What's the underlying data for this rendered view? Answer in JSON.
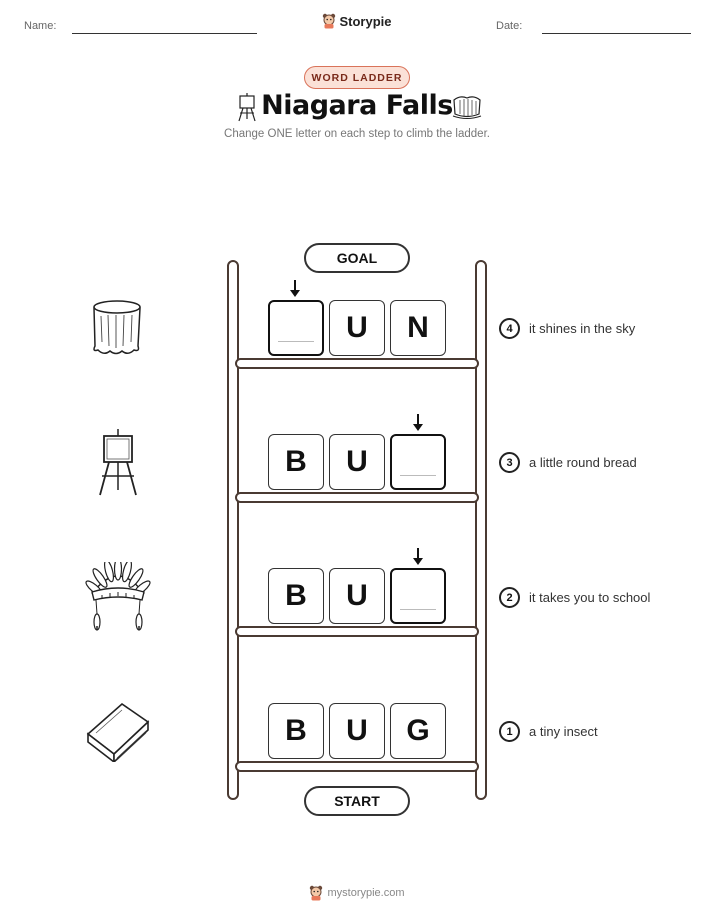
{
  "header": {
    "name_label": "Name:",
    "date_label": "Date:",
    "brand": "Storypie"
  },
  "badge": "WORD LADDER",
  "title": "Niagara Falls",
  "subtitle": "Change ONE letter on each step to climb the ladder.",
  "goal_label": "GOAL",
  "start_label": "START",
  "rows": [
    {
      "step": "4",
      "letters": [
        "",
        "U",
        "N"
      ],
      "blank_index": 0,
      "clue": "it shines in the sky",
      "picture": "tree-stump-icon"
    },
    {
      "step": "3",
      "letters": [
        "B",
        "U",
        ""
      ],
      "blank_index": 2,
      "clue": "a little round bread",
      "picture": "easel-icon"
    },
    {
      "step": "2",
      "letters": [
        "B",
        "U",
        ""
      ],
      "blank_index": 2,
      "clue": "it takes you to school",
      "picture": "feather-headdress-icon"
    },
    {
      "step": "1",
      "letters": [
        "B",
        "U",
        "G"
      ],
      "blank_index": -1,
      "clue": "a tiny insect",
      "picture": "book-icon"
    }
  ],
  "footer": "mystorypie.com"
}
